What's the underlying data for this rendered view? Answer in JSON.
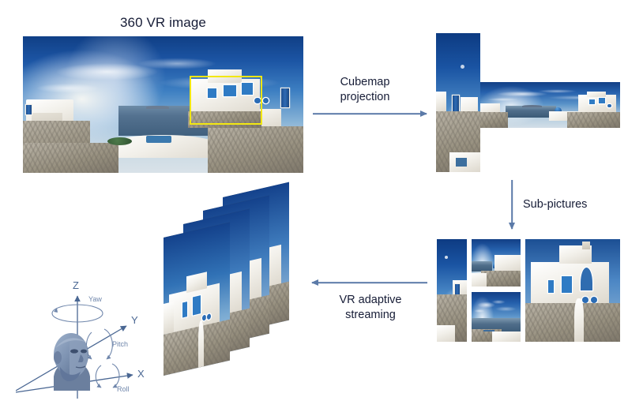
{
  "figure": {
    "title": "360 VR image",
    "background_color": "#ffffff",
    "text_color": "#161c36",
    "arrow_color": "#5b7aa8",
    "highlight_color": "#f2e713"
  },
  "steps": [
    {
      "id": "cubemap",
      "label_line1": "Cubemap",
      "label_line2": "projection",
      "arrow": "right"
    },
    {
      "id": "subpictures",
      "label_line1": "Sub-pictures",
      "label_line2": "",
      "arrow": "down"
    },
    {
      "id": "streaming",
      "label_line1": "VR adaptive",
      "label_line2": "streaming",
      "arrow": "left"
    }
  ],
  "panorama": {
    "name": "360 VR image",
    "viewport_highlight": "yellow-box"
  },
  "cubemap": {
    "faces": [
      "vertical-column",
      "horizontal-strip"
    ]
  },
  "subpictures": {
    "count": 4,
    "tiles": [
      "tile-left-tall",
      "tile-mid-top",
      "tile-mid-bottom",
      "tile-right-large"
    ]
  },
  "layers": {
    "count": 4,
    "name": "stacked-video-layers"
  },
  "head_axes": {
    "axes": [
      {
        "axis": "Z",
        "rotation": "Yaw"
      },
      {
        "axis": "Y",
        "rotation": "Pitch"
      },
      {
        "axis": "X",
        "rotation": "Roll"
      }
    ],
    "z_label": "Z",
    "y_label": "Y",
    "x_label": "X",
    "yaw_label": "Yaw",
    "pitch_label": "Pitch",
    "roll_label": "Roll"
  }
}
